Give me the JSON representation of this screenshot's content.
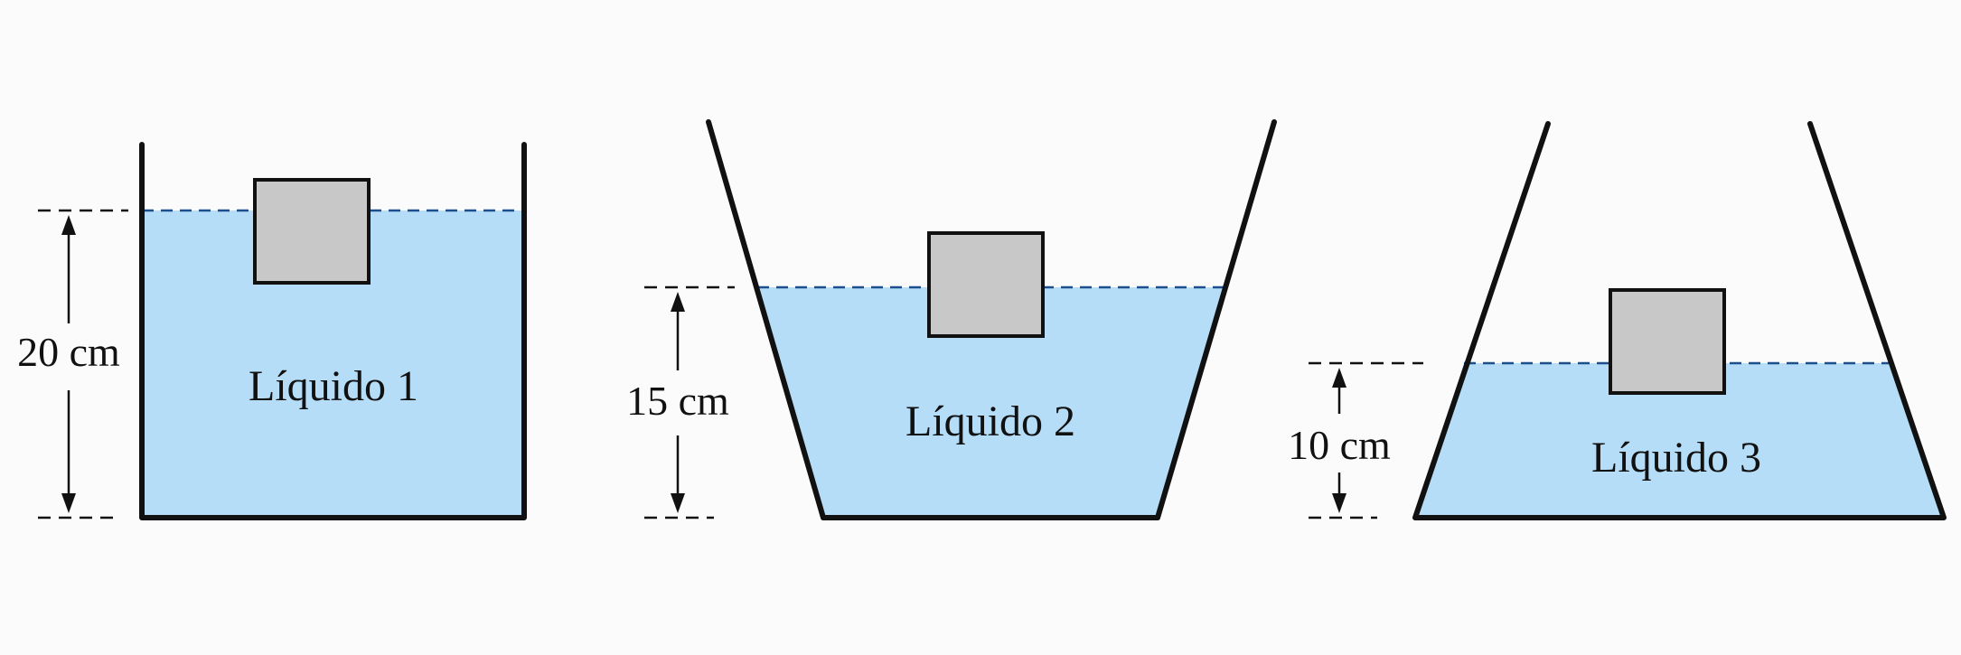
{
  "colors": {
    "liquid": "#b5ddf8",
    "block": "#c8c8c8",
    "surface_line": "#1d4f8c",
    "outline": "#111111"
  },
  "containers": [
    {
      "liquid_label": "Líquido 1",
      "height_label": "20 cm",
      "shape": "rectangular"
    },
    {
      "liquid_label": "Líquido 2",
      "height_label": "15 cm",
      "shape": "trapezoid-wide-top"
    },
    {
      "liquid_label": "Líquido 3",
      "height_label": "10 cm",
      "shape": "trapezoid-narrow-top"
    }
  ]
}
